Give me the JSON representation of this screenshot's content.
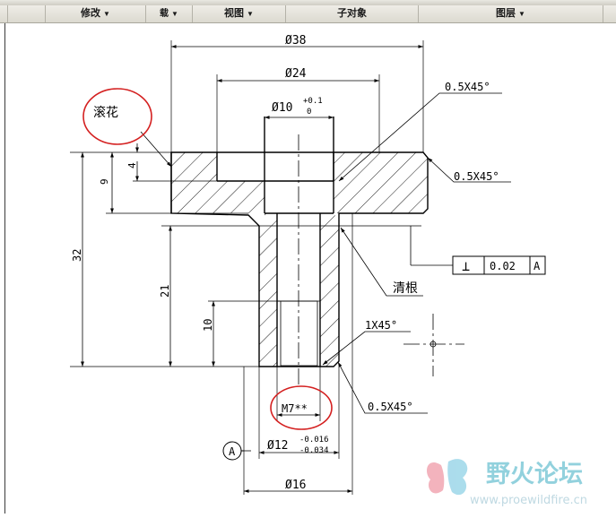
{
  "toolbar": {
    "groups": [
      {
        "label": "修改"
      },
      {
        "label": "载"
      },
      {
        "label": "视图"
      },
      {
        "label": "子对象"
      },
      {
        "label": "图层"
      }
    ]
  },
  "drawing": {
    "dims": {
      "d38": "Ø38",
      "d24": "Ø24",
      "d10": "Ø10",
      "d10_upper": "+0.1",
      "d10_lower": "0",
      "d12": "Ø12",
      "d12_upper": "-0.016",
      "d12_lower": "-0.034",
      "d16": "Ø16",
      "h4": "4",
      "h9": "9",
      "h32": "32",
      "h21": "21",
      "h10": "10"
    },
    "callouts": {
      "chamfer_top": "0.5X45°",
      "chamfer_flange": "0.5X45°",
      "chamfer_1x45": "1X45°",
      "chamfer_bottom": "0.5X45°",
      "knurl": "滚花",
      "undercut": "清根",
      "thread": "M7**"
    },
    "tolerance_frame": {
      "symbol": "⊥",
      "value": "0.02",
      "datum": "A"
    },
    "datum_label": "A"
  },
  "watermark": {
    "title": "野火论坛",
    "url": "www.proewildfire.cn"
  }
}
